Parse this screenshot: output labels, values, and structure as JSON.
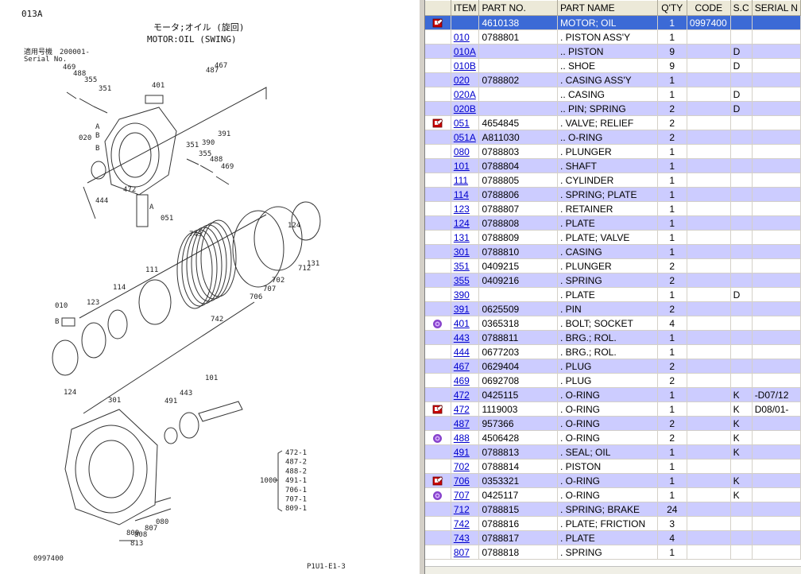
{
  "diagram": {
    "page_code": "013A",
    "title_jp": "モータ;オイル (旋回)",
    "title_en": "MOTOR:OIL (SWING)",
    "serial_label_jp": "適用号機",
    "serial_label_en": "Serial No.",
    "serial_value": "200001-",
    "footer_left": "0997400",
    "footer_right": "P1U1-E1-3",
    "kit_label": "1000",
    "kit_items": [
      "472-1",
      "487-2",
      "488-2",
      "491-1",
      "706-1",
      "707-1",
      "809-1"
    ],
    "callouts": [
      "469",
      "488",
      "355",
      "351",
      "401",
      "487",
      "467",
      "391",
      "390",
      "020",
      "A",
      "B",
      "B",
      "351",
      "355",
      "488",
      "469",
      "444",
      "472",
      "A",
      "051",
      "743",
      "124",
      "712",
      "131",
      "111",
      "114",
      "123",
      "010",
      "B",
      "702",
      "707",
      "706",
      "742",
      "101",
      "124",
      "491",
      "443",
      "301",
      "809",
      "080",
      "807",
      "808",
      "813"
    ]
  },
  "table": {
    "columns": [
      "",
      "ITEM",
      "PART NO.",
      "PART NAME",
      "Q'TY",
      "CODE",
      "S.C",
      "SERIAL N"
    ],
    "rows": [
      {
        "icon": "book-icon",
        "item": "",
        "part_no": "4610138",
        "name": "MOTOR; OIL",
        "qty": "1",
        "code": "0997400",
        "sc": "",
        "serial": "",
        "selected": true
      },
      {
        "icon": "",
        "item": "010",
        "part_no": "0788801",
        "name": ". PISTON ASS'Y",
        "qty": "1",
        "code": "",
        "sc": "",
        "serial": ""
      },
      {
        "icon": "",
        "item": "010A",
        "part_no": "",
        "name": ".. PISTON",
        "qty": "9",
        "code": "",
        "sc": "D",
        "serial": ""
      },
      {
        "icon": "",
        "item": "010B",
        "part_no": "",
        "name": ".. SHOE",
        "qty": "9",
        "code": "",
        "sc": "D",
        "serial": ""
      },
      {
        "icon": "",
        "item": "020",
        "part_no": "0788802",
        "name": ". CASING ASS'Y",
        "qty": "1",
        "code": "",
        "sc": "",
        "serial": ""
      },
      {
        "icon": "",
        "item": "020A",
        "part_no": "",
        "name": ".. CASING",
        "qty": "1",
        "code": "",
        "sc": "D",
        "serial": ""
      },
      {
        "icon": "",
        "item": "020B",
        "part_no": "",
        "name": ".. PIN; SPRING",
        "qty": "2",
        "code": "",
        "sc": "D",
        "serial": ""
      },
      {
        "icon": "book-icon",
        "item": "051",
        "part_no": "4654845",
        "name": ". VALVE; RELIEF",
        "qty": "2",
        "code": "",
        "sc": "",
        "serial": ""
      },
      {
        "icon": "",
        "item": "051A",
        "part_no": "A811030",
        "name": ".. O-RING",
        "qty": "2",
        "code": "",
        "sc": "",
        "serial": ""
      },
      {
        "icon": "",
        "item": "080",
        "part_no": "0788803",
        "name": ". PLUNGER",
        "qty": "1",
        "code": "",
        "sc": "",
        "serial": ""
      },
      {
        "icon": "",
        "item": "101",
        "part_no": "0788804",
        "name": ". SHAFT",
        "qty": "1",
        "code": "",
        "sc": "",
        "serial": ""
      },
      {
        "icon": "",
        "item": "111",
        "part_no": "0788805",
        "name": ". CYLINDER",
        "qty": "1",
        "code": "",
        "sc": "",
        "serial": ""
      },
      {
        "icon": "",
        "item": "114",
        "part_no": "0788806",
        "name": ". SPRING; PLATE",
        "qty": "1",
        "code": "",
        "sc": "",
        "serial": ""
      },
      {
        "icon": "",
        "item": "123",
        "part_no": "0788807",
        "name": ". RETAINER",
        "qty": "1",
        "code": "",
        "sc": "",
        "serial": ""
      },
      {
        "icon": "",
        "item": "124",
        "part_no": "0788808",
        "name": ". PLATE",
        "qty": "1",
        "code": "",
        "sc": "",
        "serial": ""
      },
      {
        "icon": "",
        "item": "131",
        "part_no": "0788809",
        "name": ". PLATE; VALVE",
        "qty": "1",
        "code": "",
        "sc": "",
        "serial": ""
      },
      {
        "icon": "",
        "item": "301",
        "part_no": "0788810",
        "name": ". CASING",
        "qty": "1",
        "code": "",
        "sc": "",
        "serial": ""
      },
      {
        "icon": "",
        "item": "351",
        "part_no": "0409215",
        "name": ". PLUNGER",
        "qty": "2",
        "code": "",
        "sc": "",
        "serial": ""
      },
      {
        "icon": "",
        "item": "355",
        "part_no": "0409216",
        "name": ". SPRING",
        "qty": "2",
        "code": "",
        "sc": "",
        "serial": ""
      },
      {
        "icon": "",
        "item": "390",
        "part_no": "",
        "name": ". PLATE",
        "qty": "1",
        "code": "",
        "sc": "D",
        "serial": ""
      },
      {
        "icon": "",
        "item": "391",
        "part_no": "0625509",
        "name": ". PIN",
        "qty": "2",
        "code": "",
        "sc": "",
        "serial": ""
      },
      {
        "icon": "gear-icon",
        "item": "401",
        "part_no": "0365318",
        "name": ". BOLT; SOCKET",
        "qty": "4",
        "code": "",
        "sc": "",
        "serial": ""
      },
      {
        "icon": "",
        "item": "443",
        "part_no": "0788811",
        "name": ". BRG.; ROL.",
        "qty": "1",
        "code": "",
        "sc": "",
        "serial": ""
      },
      {
        "icon": "",
        "item": "444",
        "part_no": "0677203",
        "name": ". BRG.; ROL.",
        "qty": "1",
        "code": "",
        "sc": "",
        "serial": ""
      },
      {
        "icon": "",
        "item": "467",
        "part_no": "0629404",
        "name": ". PLUG",
        "qty": "2",
        "code": "",
        "sc": "",
        "serial": ""
      },
      {
        "icon": "",
        "item": "469",
        "part_no": "0692708",
        "name": ". PLUG",
        "qty": "2",
        "code": "",
        "sc": "",
        "serial": ""
      },
      {
        "icon": "",
        "item": "472",
        "part_no": "0425115",
        "name": ". O-RING",
        "qty": "1",
        "code": "",
        "sc": "K",
        "serial": "-D07/12"
      },
      {
        "icon": "book-icon",
        "item": "472",
        "part_no": "1119003",
        "name": ". O-RING",
        "qty": "1",
        "code": "",
        "sc": "K",
        "serial": "D08/01-"
      },
      {
        "icon": "",
        "item": "487",
        "part_no": "957366",
        "name": ". O-RING",
        "qty": "2",
        "code": "",
        "sc": "K",
        "serial": ""
      },
      {
        "icon": "gear-icon",
        "item": "488",
        "part_no": "4506428",
        "name": ". O-RING",
        "qty": "2",
        "code": "",
        "sc": "K",
        "serial": ""
      },
      {
        "icon": "",
        "item": "491",
        "part_no": "0788813",
        "name": ". SEAL; OIL",
        "qty": "1",
        "code": "",
        "sc": "K",
        "serial": ""
      },
      {
        "icon": "",
        "item": "702",
        "part_no": "0788814",
        "name": ". PISTON",
        "qty": "1",
        "code": "",
        "sc": "",
        "serial": ""
      },
      {
        "icon": "book-icon",
        "item": "706",
        "part_no": "0353321",
        "name": ". O-RING",
        "qty": "1",
        "code": "",
        "sc": "K",
        "serial": ""
      },
      {
        "icon": "gear-icon",
        "item": "707",
        "part_no": "0425117",
        "name": ". O-RING",
        "qty": "1",
        "code": "",
        "sc": "K",
        "serial": ""
      },
      {
        "icon": "",
        "item": "712",
        "part_no": "0788815",
        "name": ". SPRING; BRAKE",
        "qty": "24",
        "code": "",
        "sc": "",
        "serial": ""
      },
      {
        "icon": "",
        "item": "742",
        "part_no": "0788816",
        "name": ". PLATE; FRICTION",
        "qty": "3",
        "code": "",
        "sc": "",
        "serial": ""
      },
      {
        "icon": "",
        "item": "743",
        "part_no": "0788817",
        "name": ". PLATE",
        "qty": "4",
        "code": "",
        "sc": "",
        "serial": ""
      },
      {
        "icon": "",
        "item": "807",
        "part_no": "0788818",
        "name": ". SPRING",
        "qty": "1",
        "code": "",
        "sc": "",
        "serial": ""
      }
    ]
  },
  "colors": {
    "selected_row": "#3c6ad6",
    "alt_row": "#ccccff",
    "link": "#0000cc",
    "book_icon": "#cc0000",
    "gear_icon": "#8844cc"
  }
}
